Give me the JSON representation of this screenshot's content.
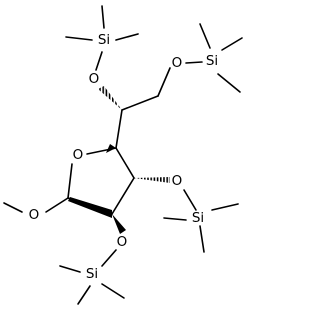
{
  "molecule": {
    "atoms": {
      "si_top": "Si",
      "o_top": "O",
      "o_ch2": "O",
      "si_right": "Si",
      "o_ring": "O",
      "o_c3": "O",
      "si_mid": "Si",
      "o_methoxy": "O",
      "o_c2": "O",
      "si_bottom": "Si"
    }
  }
}
